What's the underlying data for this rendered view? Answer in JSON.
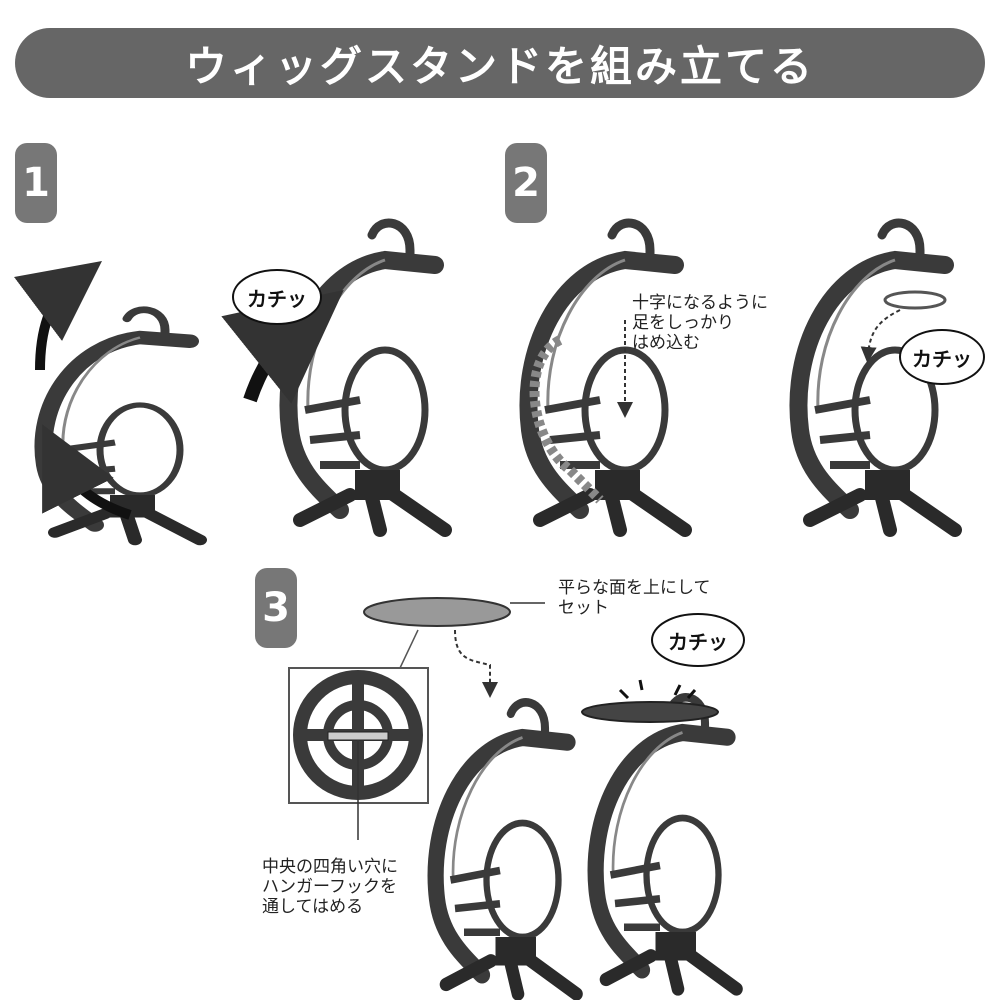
{
  "title": "ウィッグスタンドを組み立てる",
  "steps": [
    {
      "number": "1",
      "bubble": "カチッ"
    },
    {
      "number": "2",
      "bubble": "カチッ",
      "note": "十字になるように\n足をしっかり\nはめ込む"
    },
    {
      "number": "3",
      "bubble": "カチッ",
      "note_top": "平らな面を上にして\nセット",
      "note_bottom": "中央の四角い穴に\nハンガーフックを\n通してはめる"
    }
  ],
  "colors": {
    "title_bg": "#666666",
    "badge_bg": "#777777",
    "stand": "#3a3a3a"
  }
}
